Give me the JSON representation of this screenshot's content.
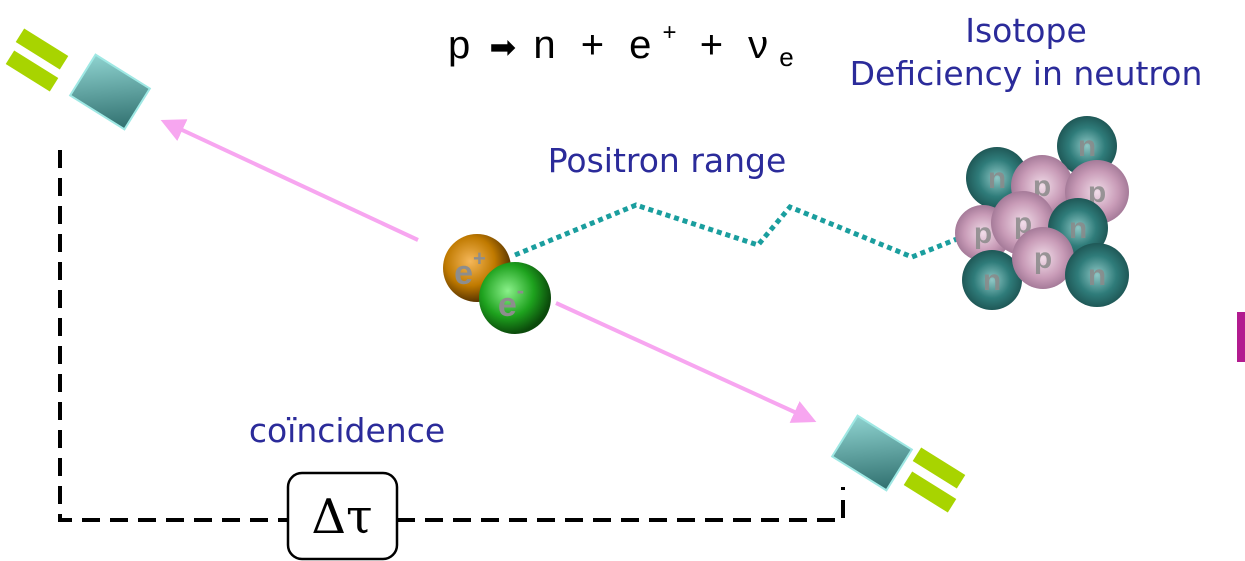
{
  "equation": {
    "proton": "p",
    "arrow": "➡",
    "neutron": "n",
    "plus": "+",
    "positron_base": "e",
    "positron_sup": "+",
    "neutrino_base": "ν",
    "neutrino_sub": "e"
  },
  "isotope": {
    "title": "Isotope",
    "subtitle": "Deficiency in neutron"
  },
  "positron_range_label": "Positron range",
  "coincidence_label": "coïncidence",
  "delta_tau_label": "Δτ",
  "positron": {
    "base": "e",
    "sup": "+"
  },
  "electron": {
    "base": "e",
    "sup": "-"
  },
  "nucleus": {
    "nucleons": [
      {
        "type": "n"
      },
      {
        "type": "n"
      },
      {
        "type": "p"
      },
      {
        "type": "p"
      },
      {
        "type": "p"
      },
      {
        "type": "p"
      },
      {
        "type": "n"
      },
      {
        "type": "n"
      },
      {
        "type": "p"
      },
      {
        "type": "n"
      }
    ]
  },
  "colors": {
    "text_blue": "#2b2b9a",
    "range_path": "#1a9e9e",
    "gamma_ray": "#f7a6f0",
    "detector_crystal": "#3e9a9a",
    "detector_pmt": "#a8d400",
    "neutron": "#2e7f7f",
    "proton": "#c79ab5",
    "positron": "#c07a00",
    "electron": "#1fa61f",
    "edge_mark": "#b21b8f"
  }
}
